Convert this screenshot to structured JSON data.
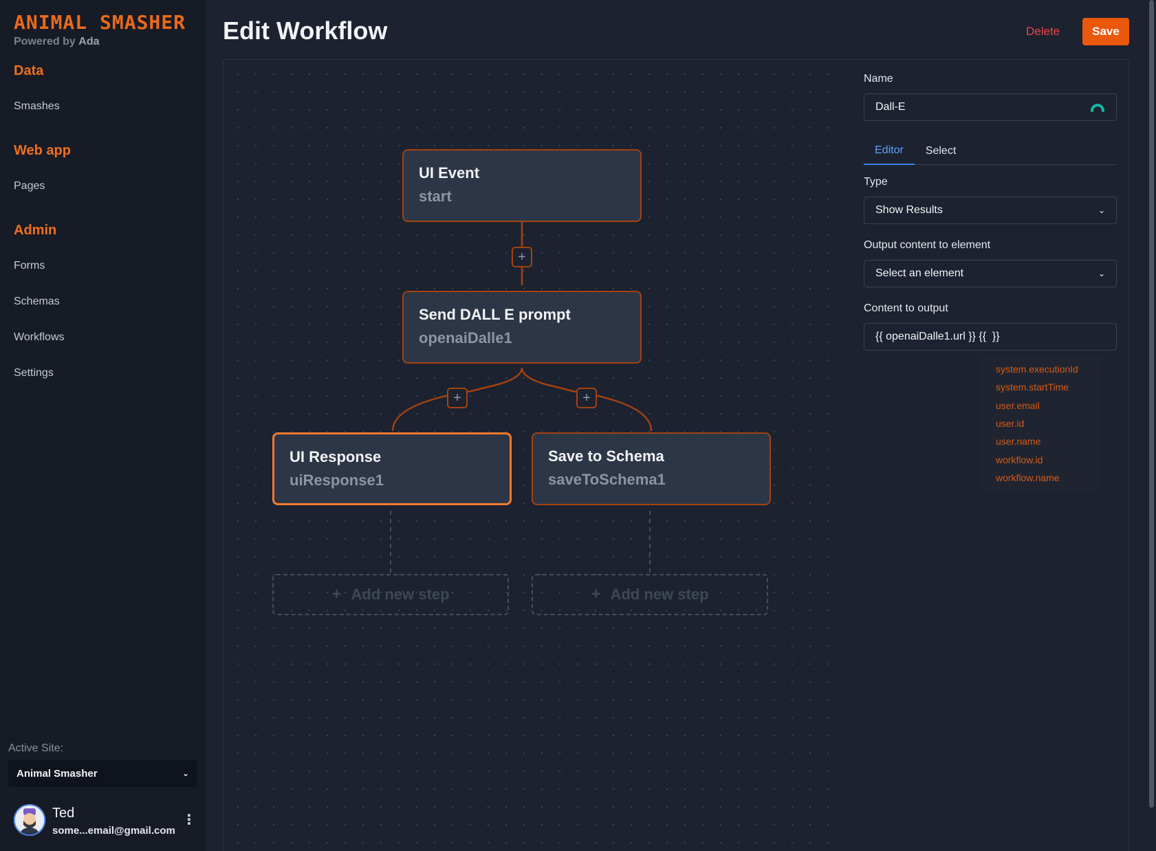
{
  "app": {
    "logo": "Animal Smasher",
    "powered_prefix": "Powered by",
    "powered_by": "Ada"
  },
  "sidebar": {
    "sections": [
      {
        "title": "Data",
        "items": [
          "Smashes"
        ]
      },
      {
        "title": "Web app",
        "items": [
          "Pages"
        ]
      },
      {
        "title": "Admin",
        "items": [
          "Forms",
          "Schemas",
          "Workflows",
          "Settings"
        ]
      }
    ],
    "active_site_label": "Active Site:",
    "active_site_value": "Animal Smasher"
  },
  "user": {
    "name": "Ted",
    "email": "some...email@gmail.com",
    "menu_icon": "vertical-dots-icon"
  },
  "header": {
    "title": "Edit Workflow",
    "delete_label": "Delete",
    "save_label": "Save"
  },
  "workflow": {
    "nodes": [
      {
        "title": "UI Event",
        "id": "start"
      },
      {
        "title": "Send DALL E prompt",
        "id": "openaiDalle1"
      },
      {
        "title": "UI Response",
        "id": "uiResponse1"
      },
      {
        "title": "Save to Schema",
        "id": "saveToSchema1"
      }
    ],
    "add_step_label": "Add new step"
  },
  "panel": {
    "name_label": "Name",
    "name_value": "Dall-E",
    "tabs": [
      "Editor",
      "Select"
    ],
    "type_label": "Type",
    "type_value": "Show Results",
    "output_label": "Output content to element",
    "output_value": "Select an element",
    "content_label": "Content to output",
    "content_value": "{{ openaiDalle1.url }} {{  }}",
    "suggestions": [
      "system.executionId",
      "system.startTime",
      "user.email",
      "user.id",
      "user.name",
      "workflow.id",
      "workflow.name"
    ]
  },
  "colors": {
    "accent": "#ea580c",
    "node_border": "#a4420f",
    "tab_active": "#60a5fa",
    "delete": "#ef4444"
  }
}
